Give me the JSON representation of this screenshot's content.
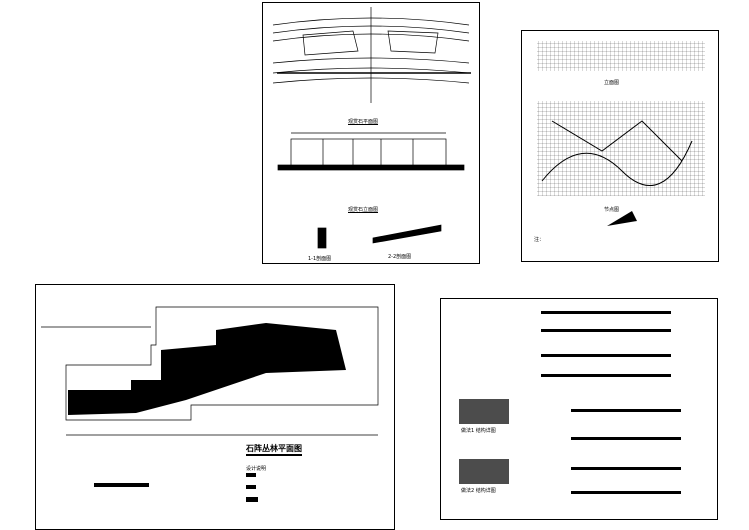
{
  "sheets": {
    "top_center": {
      "plan_title": "观赏石平面图",
      "elev_title": "观赏石立面图",
      "sec1": "1-1剖面图",
      "sec2": "2-2剖面图"
    },
    "top_right": {
      "title1": "立面图",
      "title2": "节点图",
      "note": "注："
    },
    "bottom_left": {
      "title": "石阵丛林平面图",
      "notes_heading": "设计说明"
    },
    "bottom_right": {
      "detail1": "做法1 结构详图",
      "detail2": "做法2 结构详图"
    }
  }
}
